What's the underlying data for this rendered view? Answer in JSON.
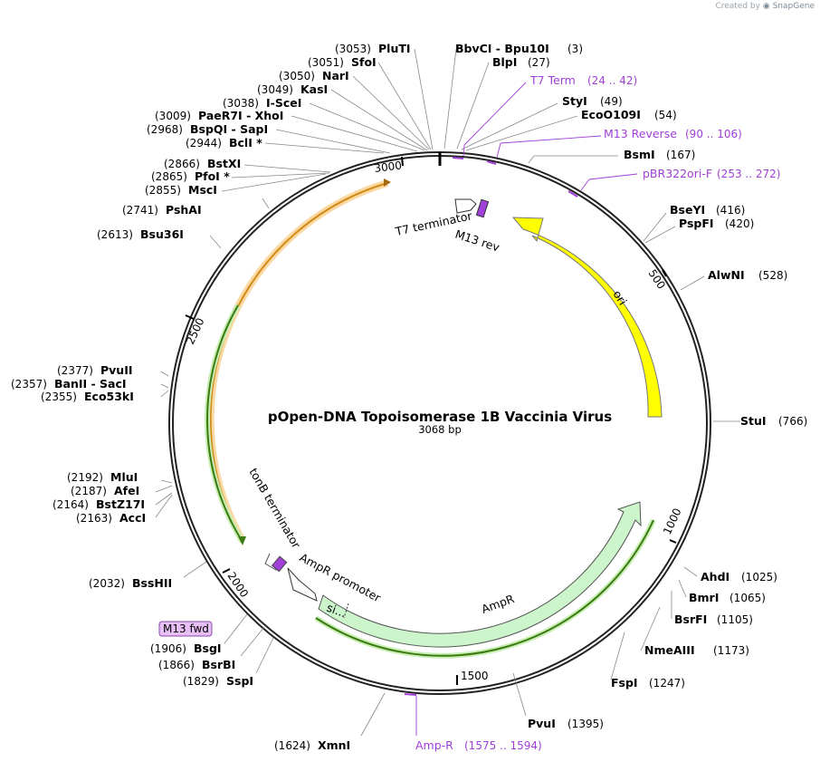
{
  "watermark": {
    "prefix": "Created by",
    "brand": "SnapGene"
  },
  "plasmid": {
    "name": "pOpen-DNA Topoisomerase 1B Vaccinia Virus",
    "length_label": "3068 bp",
    "length": 3068
  },
  "ticks": [
    "500",
    "1000",
    "1500",
    "2000",
    "2500",
    "3000"
  ],
  "enzymes": [
    {
      "name": "PluTI",
      "pos": "(3053)"
    },
    {
      "name": "SfoI",
      "pos": "(3051)"
    },
    {
      "name": "NarI",
      "pos": "(3050)"
    },
    {
      "name": "KasI",
      "pos": "(3049)"
    },
    {
      "name": "I-SceI",
      "pos": "(3038)"
    },
    {
      "name": "PaeR7I - XhoI",
      "pos": "(3009)"
    },
    {
      "name": "BspQI - SapI",
      "pos": "(2968)"
    },
    {
      "name": "BclI *",
      "pos": "(2944)"
    },
    {
      "name": "BstXI",
      "pos": "(2866)"
    },
    {
      "name": "PfoI *",
      "pos": "(2865)"
    },
    {
      "name": "MscI",
      "pos": "(2855)"
    },
    {
      "name": "PshAI",
      "pos": "(2741)"
    },
    {
      "name": "Bsu36I",
      "pos": "(2613)"
    },
    {
      "name": "PvuII",
      "pos": "(2377)"
    },
    {
      "name": "BanII - SacI",
      "pos": "(2357)"
    },
    {
      "name": "Eco53kI",
      "pos": "(2355)"
    },
    {
      "name": "MluI",
      "pos": "(2192)"
    },
    {
      "name": "AfeI",
      "pos": "(2187)"
    },
    {
      "name": "BstZ17I",
      "pos": "(2164)"
    },
    {
      "name": "AccI",
      "pos": "(2163)"
    },
    {
      "name": "BssHII",
      "pos": "(2032)"
    },
    {
      "name": "BsgI",
      "pos": "(1906)"
    },
    {
      "name": "BsrBI",
      "pos": "(1866)"
    },
    {
      "name": "SspI",
      "pos": "(1829)"
    },
    {
      "name": "XmnI",
      "pos": "(1624)"
    },
    {
      "name": "BbvCI - Bpu10I",
      "pos": "(3)"
    },
    {
      "name": "BlpI",
      "pos": "(27)"
    },
    {
      "name": "StyI",
      "pos": "(49)"
    },
    {
      "name": "EcoO109I",
      "pos": "(54)"
    },
    {
      "name": "BsmI",
      "pos": "(167)"
    },
    {
      "name": "BseYI",
      "pos": "(416)"
    },
    {
      "name": "PspFI",
      "pos": "(420)"
    },
    {
      "name": "AlwNI",
      "pos": "(528)"
    },
    {
      "name": "StuI",
      "pos": "(766)"
    },
    {
      "name": "AhdI",
      "pos": "(1025)"
    },
    {
      "name": "BmrI",
      "pos": "(1065)"
    },
    {
      "name": "BsrFI",
      "pos": "(1105)"
    },
    {
      "name": "NmeAIII",
      "pos": "(1173)"
    },
    {
      "name": "FspI",
      "pos": "(1247)"
    },
    {
      "name": "PvuI",
      "pos": "(1395)"
    }
  ],
  "primers": [
    {
      "name": "T7 Term",
      "range": "(24 .. 42)"
    },
    {
      "name": "M13 Reverse",
      "range": "(90 .. 106)"
    },
    {
      "name": "pBR322ori-F",
      "range": "(253 .. 272)"
    },
    {
      "name": "Amp-R",
      "range": "(1575 .. 1594)"
    },
    {
      "name": "M13 fwd",
      "range": ""
    }
  ],
  "features": {
    "ori": "ori",
    "ampr": "AmpR",
    "ampr_promoter": "AmpR promoter",
    "signal": "si...",
    "tonb": "tonB terminator",
    "t7": "T7 terminator",
    "m13rev": "M13 rev"
  },
  "colors": {
    "ori": "#ffff00",
    "ampr": "#ccf5cc",
    "orange_arc": "#f5a623",
    "green_arc": "#5cb010",
    "primer": "#a040d8",
    "m13fwd_fill": "#e8bff5"
  }
}
